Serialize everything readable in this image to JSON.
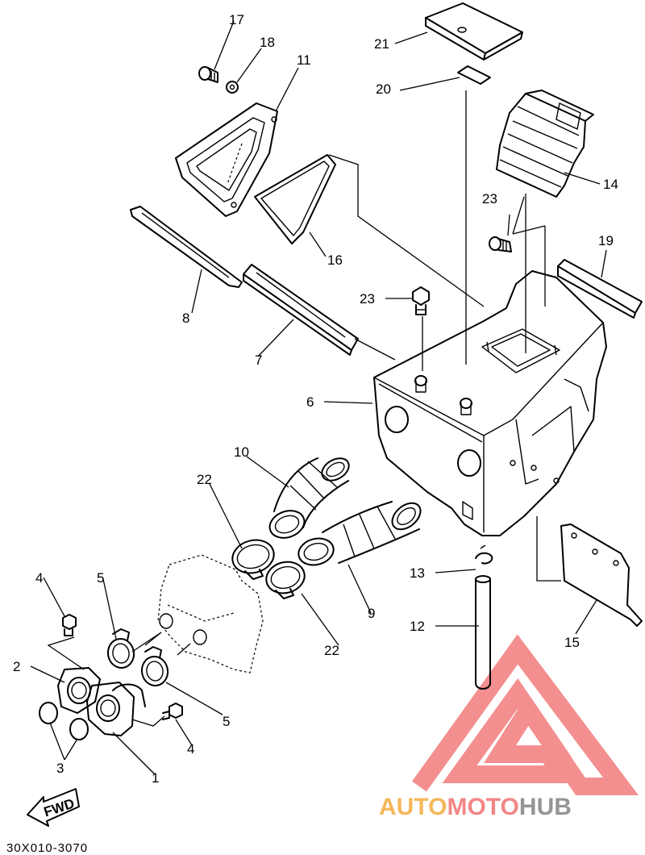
{
  "labels": {
    "p1": "1",
    "p2": "2",
    "p3": "3",
    "p4a": "4",
    "p4b": "4",
    "p5a": "5",
    "p5b": "5",
    "p6": "6",
    "p7": "7",
    "p8": "8",
    "p9": "9",
    "p10": "10",
    "p11": "11",
    "p12": "12",
    "p13": "13",
    "p14": "14",
    "p15": "15",
    "p16": "16",
    "p17": "17",
    "p18": "18",
    "p19": "19",
    "p20": "20",
    "p21": "21",
    "p22a": "22",
    "p22b": "22",
    "p23a": "23",
    "p23b": "23"
  },
  "fwd_label": "FWD",
  "diagram_code": "30X010-3070",
  "watermark": {
    "auto": "AUTO",
    "moto": "MOTO",
    "hub": "HUB",
    "colors": {
      "auto": "#f5b04a",
      "moto": "#f07a7a",
      "hub": "#8a8a8a",
      "logo": "#f27b7b"
    }
  }
}
